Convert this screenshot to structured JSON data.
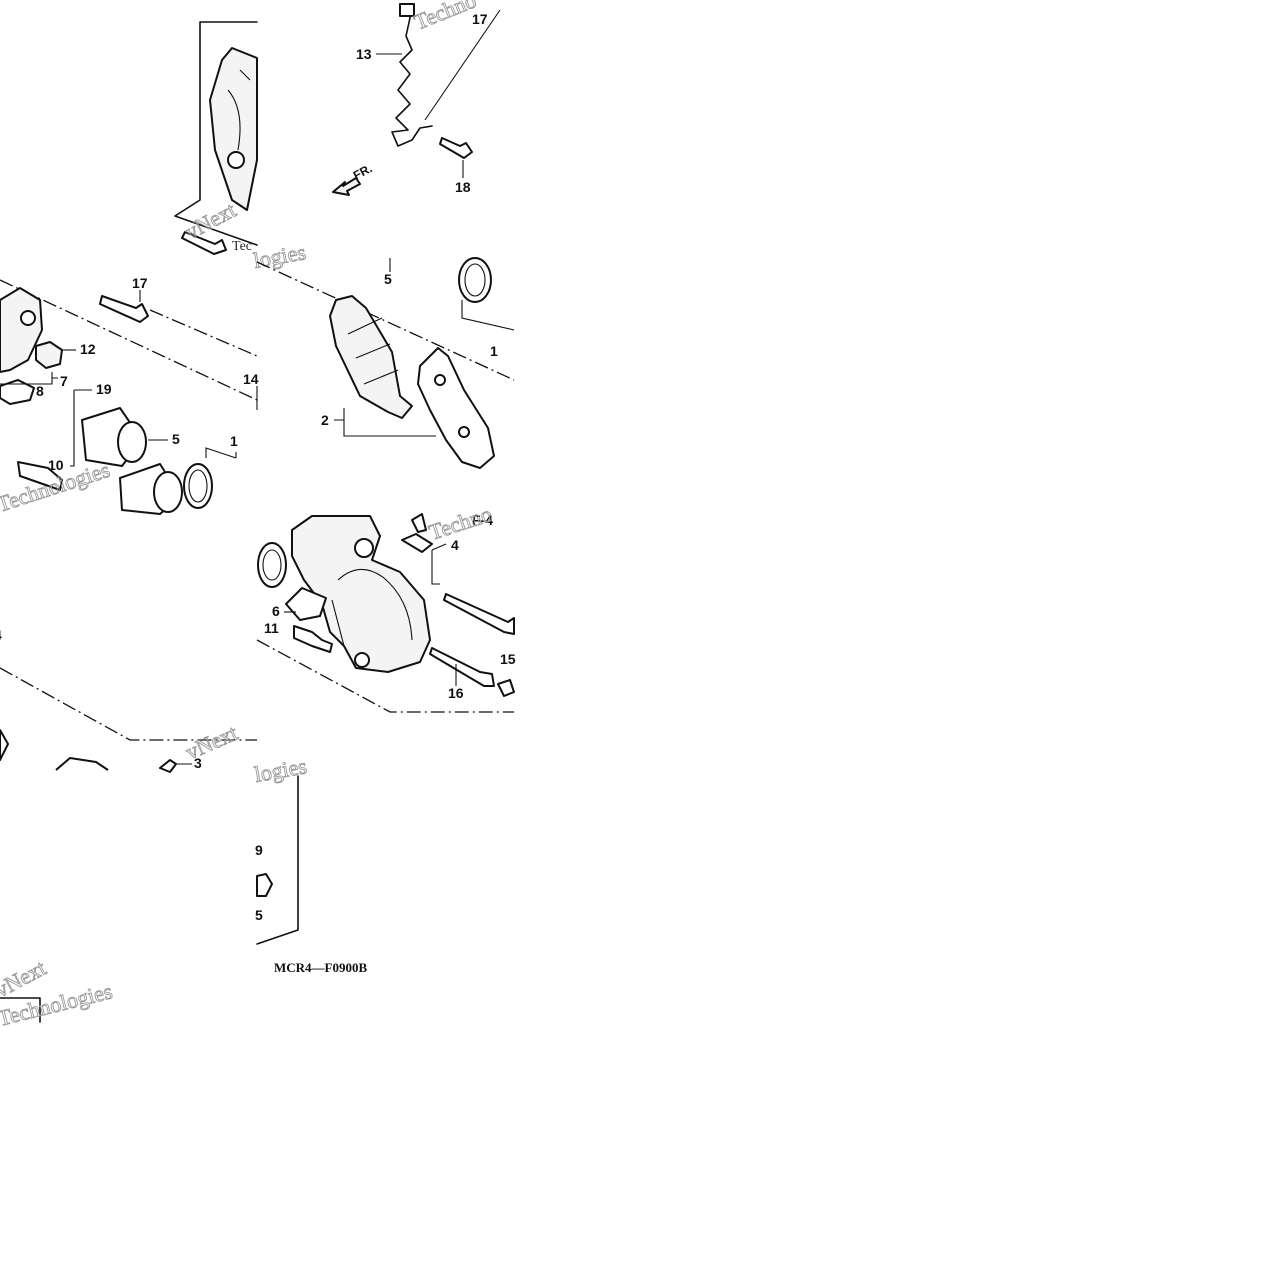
{
  "diagram": {
    "arrow_label": "FR.",
    "code_label": "MCR4—F0900B",
    "watermark": {
      "line1": "vNext Technologies",
      "part_a": "vNext",
      "part_b": "Techno",
      "part_c": "Technologies",
      "part_d": "logies",
      "part_e": "nologies",
      "part_f": "Tec"
    },
    "callouts": {
      "c1a": "1",
      "c1b": "1",
      "c2": "2",
      "c3": "3",
      "c4": "4",
      "c4b": "4",
      "c5a": "5",
      "c5b": "5",
      "c5c": "5",
      "c6": "6",
      "c7": "7",
      "c8": "8",
      "c9": "9",
      "c10": "10",
      "c11": "11",
      "c12": "12",
      "c13": "13",
      "c14": "14",
      "c15": "15",
      "c16": "16",
      "c17a": "17",
      "c17b": "17",
      "c18": "18",
      "c19": "19",
      "cF4": "F-4"
    }
  }
}
